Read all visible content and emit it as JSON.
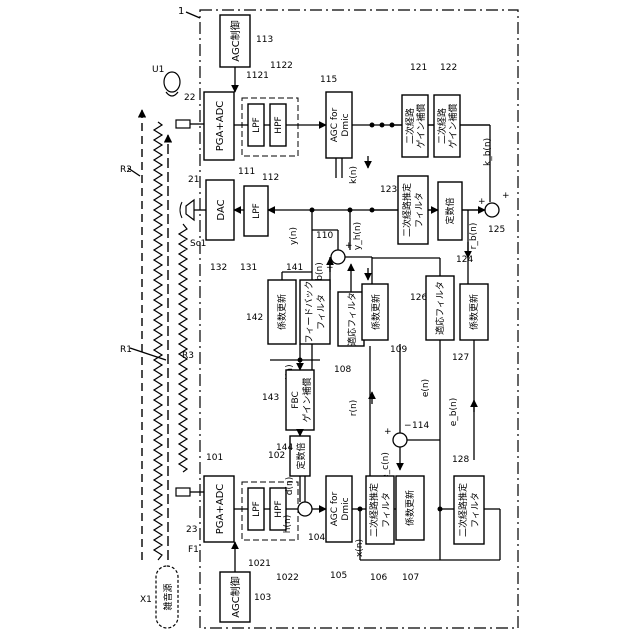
{
  "device_label": "1",
  "references": {
    "r113": "113",
    "r1121": "1121",
    "r1122": "1122",
    "r115": "115",
    "r121": "121",
    "r122": "122",
    "r22": "22",
    "r111": "111",
    "r112": "112",
    "r21": "21",
    "r123": "123",
    "r132": "132",
    "r131": "131",
    "r110": "110",
    "r124": "124",
    "r125": "125",
    "r142": "142",
    "r141": "141",
    "r126": "126",
    "r108": "108",
    "r109": "109",
    "r127": "127",
    "r143": "143",
    "r144": "144",
    "r114": "114",
    "r101": "101",
    "r102": "102",
    "r128": "128",
    "r104": "104",
    "r23": "23",
    "r1021": "1021",
    "r1022": "1022",
    "r105": "105",
    "r106": "106",
    "r107": "107",
    "r103": "103",
    "U1": "U1",
    "R2": "R2",
    "R1": "R1",
    "R3": "R3",
    "Sc1": "Sc1",
    "F1": "F1",
    "X1": "X1"
  },
  "blocks": {
    "agc_top": "AGC制御",
    "pga_top": "PGA+ADC",
    "lpf_top": "LPF",
    "hpf_top": "HPF",
    "agc_dmic_top_1": "AGC for",
    "agc_dmic_top_2": "Dmic",
    "gain_121_1": "二次経路",
    "gain_121_2": "ゲイン補償",
    "gain_122_1": "二次経路",
    "gain_122_2": "ゲイン補償",
    "dac": "DAC",
    "lpf_131": "LPF",
    "sec_est_123_1": "二次経路推定",
    "sec_est_123_2": "フィルタ",
    "const_124": "定数倍",
    "coef_142": "係数更新",
    "fb_141_1": "フィードバック",
    "fb_141_2": "フィルタ",
    "adapt_108": "適応フィルタ",
    "coef_109": "係数更新",
    "adapt_126": "適応フィルタ",
    "coef_127": "係数更新",
    "fbc_143_1": "FBC",
    "fbc_143_2": "ゲイン補償",
    "const_144": "定数倍",
    "pga_bot": "PGA+ADC",
    "lpf_bot": "LPF",
    "hpf_bot": "HPF",
    "agc_dmic_bot_1": "AGC for",
    "agc_dmic_bot_2": "Dmic",
    "sec_est_106_1": "二次経路推定",
    "sec_est_106_2": "フィルタ",
    "coef_107": "係数更新",
    "sec_est_128_1": "二次経路推定",
    "sec_est_128_2": "フィルタ",
    "agc_bot": "AGC制御",
    "noise_source": "雑音源"
  },
  "signals": {
    "kb": "k_b(n)",
    "k": "k(n)",
    "rb": "r_b(n)",
    "y": "y(n)",
    "yh": "y_h(n)",
    "yfb": "y_fb(n)",
    "i": "i(n)",
    "r": "r(n)",
    "e": "e(n)",
    "eb": "e_b(n)",
    "ec": "e_c(n)",
    "d": "d(n)",
    "h": "h(n)",
    "x": "x(n)",
    "plus": "+",
    "minus": "−"
  }
}
